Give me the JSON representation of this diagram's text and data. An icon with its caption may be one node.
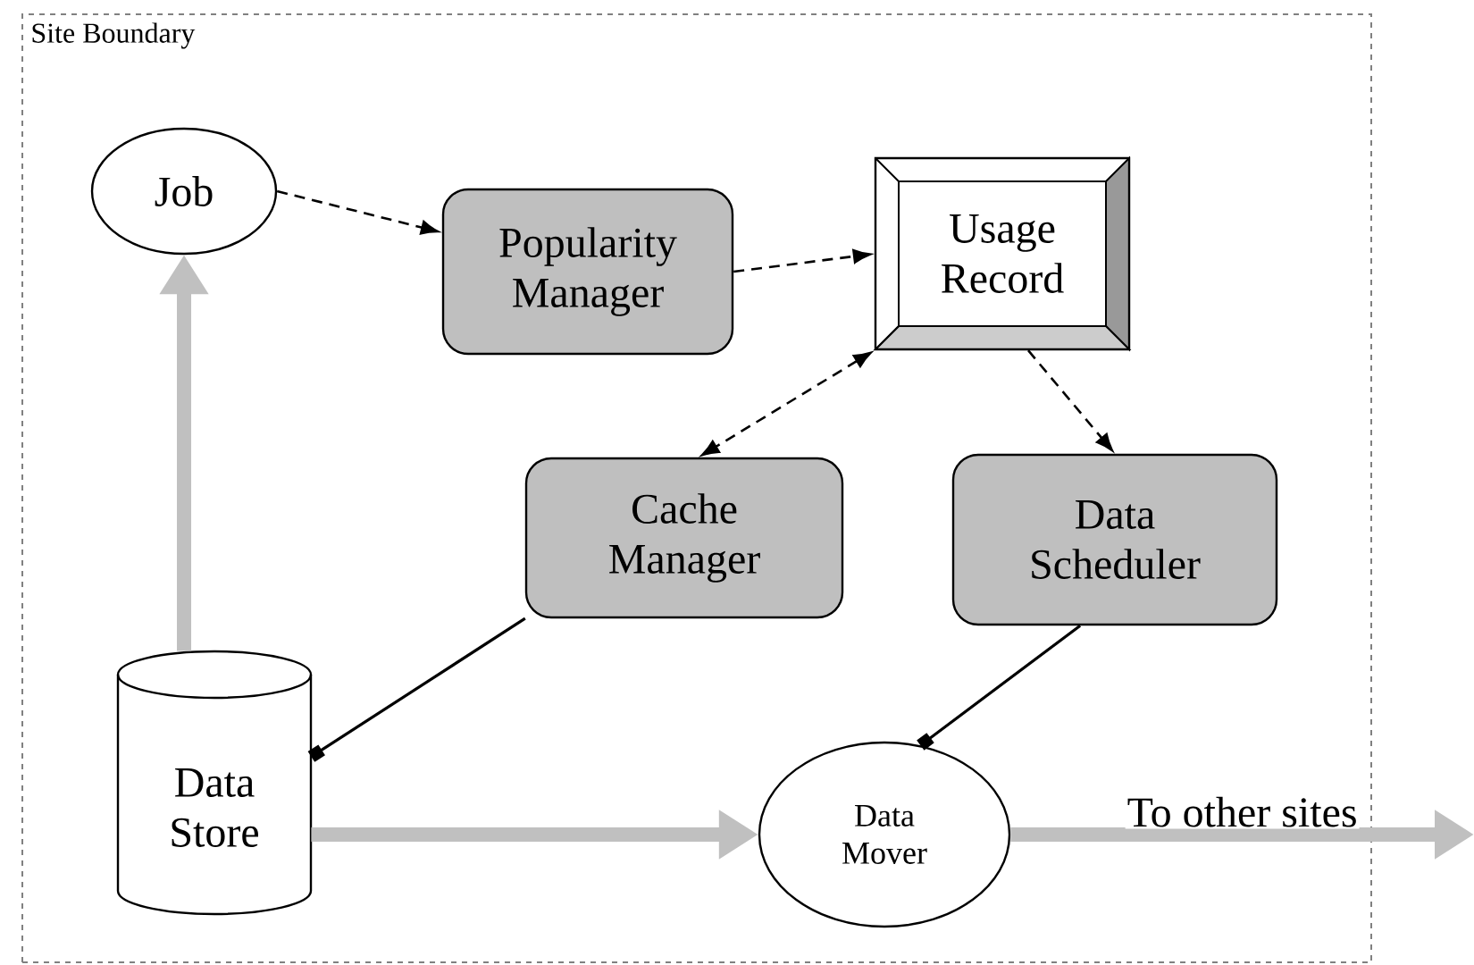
{
  "diagram": {
    "nodes": [
      {
        "text": [
          "Site Boundary"
        ]
      },
      {
        "text": [
          "Job"
        ],
        "in": 0
      },
      {
        "text": [
          "Popularity Manager"
        ],
        "in": 0
      },
      {
        "text": [
          "Usage Record"
        ],
        "in": 0
      },
      {
        "text": [
          "Cache Manager"
        ],
        "in": 0
      },
      {
        "text": [
          "Data Scheduler"
        ],
        "in": 0
      },
      {
        "text": [
          "Data Store"
        ],
        "in": 0
      },
      {
        "text": [
          "Data Mover"
        ],
        "in": 0
      }
    ],
    "edges": [
      {
        "from": 1,
        "to": 2,
        "arrow": "to",
        "style": "dashed"
      },
      {
        "from": 2,
        "to": 3,
        "arrow": "to",
        "style": "dashed"
      },
      {
        "from": 3,
        "to": 4,
        "arrow": "both",
        "style": "dashed"
      },
      {
        "from": 3,
        "to": 5,
        "arrow": "to",
        "style": "dashed"
      },
      {
        "from": 6,
        "to": 1,
        "arrow": "to",
        "style": "thick",
        "color": "#c0c0c0"
      },
      {
        "from": 4,
        "to": 6,
        "arrow": "other"
      },
      {
        "from": 5,
        "to": 7,
        "arrow": "other"
      },
      {
        "from": 6,
        "to": 7,
        "arrow": "to",
        "style": "thick",
        "color": "#c0c0c0"
      },
      {
        "from": 7,
        "to": null,
        "arrow": "to",
        "style": "thick",
        "color": "#c0c0c0",
        "label": "To other sites"
      }
    ]
  }
}
